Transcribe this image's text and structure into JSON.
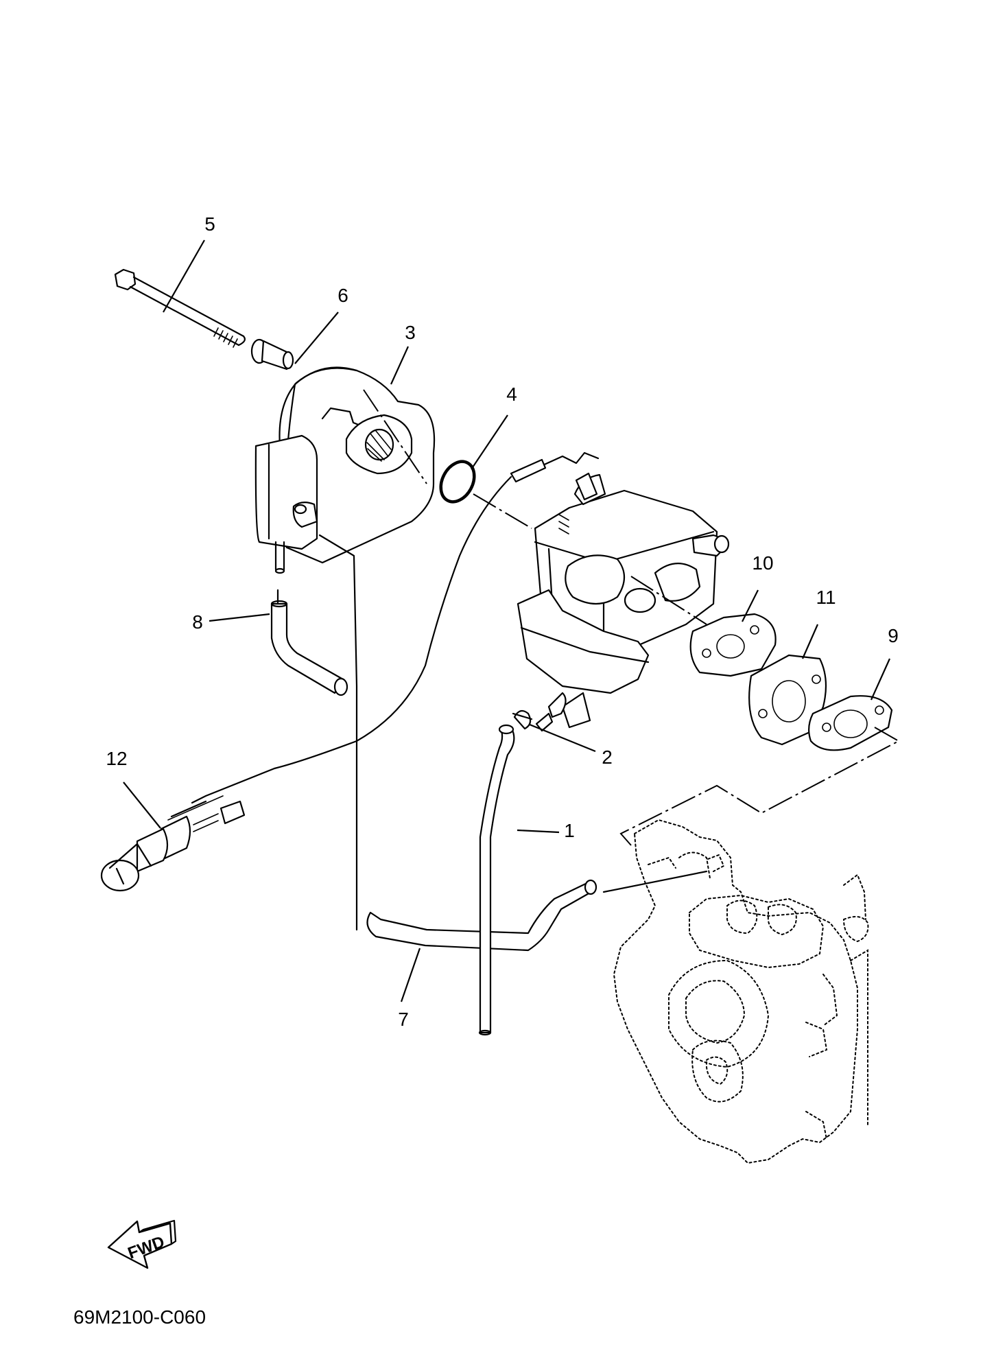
{
  "callouts": [
    "5",
    "6",
    "3",
    "4",
    "10",
    "11",
    "9",
    "8",
    "2",
    "12",
    "1",
    "7"
  ],
  "fwd_label": "FWD",
  "catalog_code": "69M2100-C060"
}
